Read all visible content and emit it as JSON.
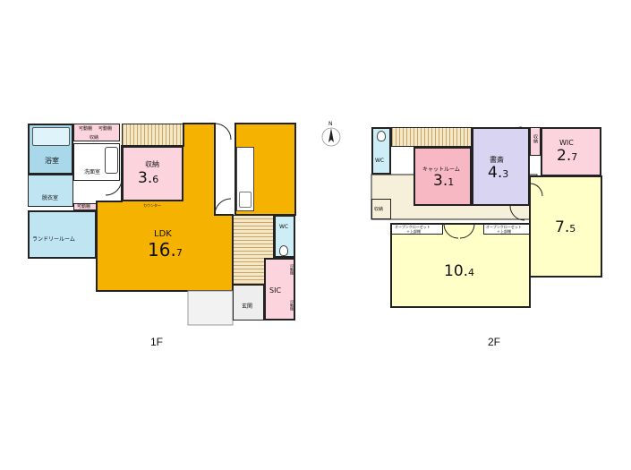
{
  "compass": {
    "north_label": "N"
  },
  "floors": {
    "f1": {
      "label": "1F",
      "rooms": {
        "bath": "浴室",
        "washroom": "洗面室",
        "dressing": "脱衣室",
        "laundry": "ランドリールーム",
        "storage_name": "収納",
        "storage_size_int": "3.",
        "storage_size_dec": "6",
        "ldk_name": "LDK",
        "ldk_size_int": "16.",
        "ldk_size_dec": "7",
        "wc": "WC",
        "sic": "SIC",
        "entrance": "玄関",
        "movable_shelf_1": "可動棚",
        "movable_shelf_2": "可動棚",
        "movable_shelf_3": "可動棚",
        "movable_shelf_4": "可動棚",
        "movable_shelf_5": "可動棚",
        "small_storage": "収納",
        "counter": "カウンター"
      }
    },
    "f2": {
      "label": "2F",
      "rooms": {
        "wc": "WC",
        "storage": "収納",
        "storage_small": "収納",
        "cat_room_name": "キャットルーム",
        "cat_room_int": "3.",
        "cat_room_dec": "1",
        "study_name": "書斎",
        "study_int": "4.",
        "study_dec": "3",
        "wic_name": "WIC",
        "wic_int": "2.",
        "wic_dec": "7",
        "right_room_int": "7.",
        "right_room_dec": "5",
        "main_room_int": "10.",
        "main_room_dec": "4",
        "closet_1": "オープンクローゼット",
        "closet_1b": "＋上部棚",
        "closet_2": "オープンクローゼット",
        "closet_2b": "＋上部棚"
      }
    }
  },
  "colors": {
    "ldk": "#f5b300",
    "storage": "#fbd4dd",
    "bath": "#a8d8ea",
    "laundry": "#bfe4f2",
    "wc_1f": "#cdeef6",
    "sic": "#fbd4dd",
    "cat_room": "#f7b8c4",
    "study": "#d9d4f2",
    "wic": "#fbd4dd",
    "room_yellow": "#ffffc8",
    "stair": "#f4e7c5",
    "hall_2f": "#f6efd9"
  }
}
